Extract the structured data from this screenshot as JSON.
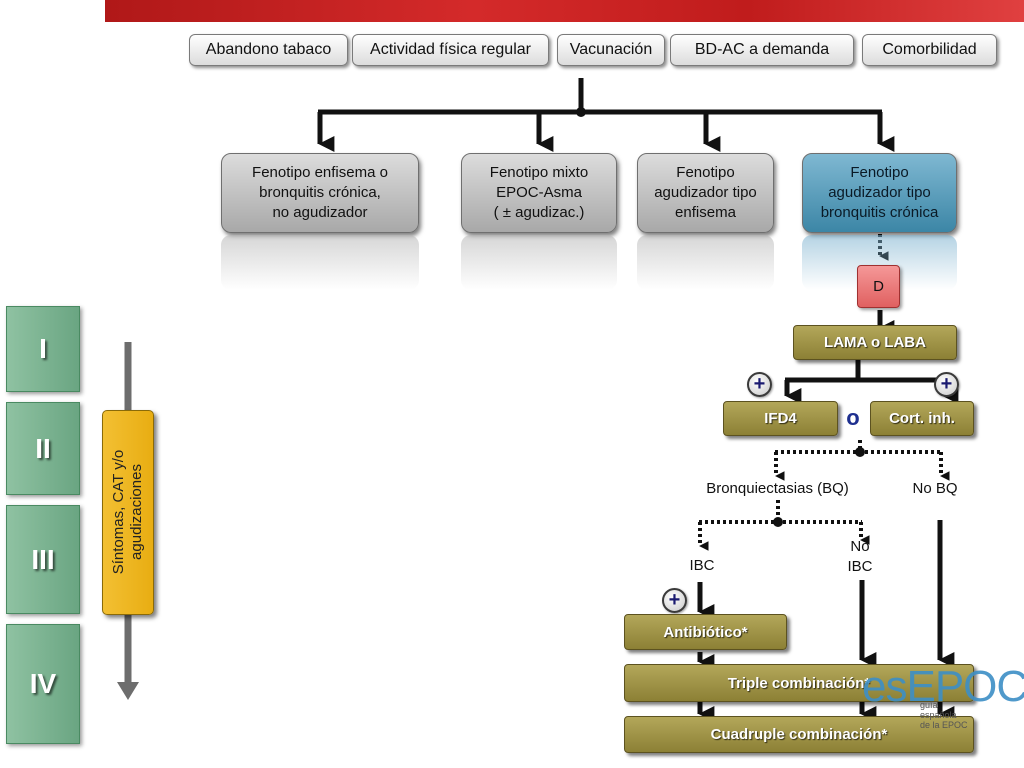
{
  "top_actions": [
    "Abandono tabaco",
    "Actividad física regular",
    "Vacunación",
    "BD-AC a demanda",
    "Comorbilidad"
  ],
  "phenotypes": [
    "Fenotipo enfisema o\nbronquitis crónica,\nno agudizador",
    "Fenotipo mixto\nEPOC-Asma\n( ± agudizac.)",
    "Fenotipo\nagudizador tipo\nenfisema",
    "Fenotipo\nagudizador tipo\nbronquitis crónica"
  ],
  "d_label": "D",
  "lama_laba": "LAMA o LABA",
  "plus_sign": "+",
  "ifd4": "IFD4",
  "or_label": "o",
  "cort_inh": "Cort. inh.",
  "bronq": "Bronquiectasias (BQ)",
  "no_bq": "No BQ",
  "ibc": "IBC",
  "no_ibc": "No\nIBC",
  "antibiotico": "Antibiótico*",
  "triple": "Triple combinación*",
  "cuadruple": "Cuadruple combinación*",
  "severity_levels": [
    "I",
    "II",
    "III",
    "IV"
  ],
  "axis_label": "Síntomas, CAT y/o\nagudizaciones",
  "logo": "esEPOC",
  "logo_sub": "guía\nespañola\nde la EPOC"
}
